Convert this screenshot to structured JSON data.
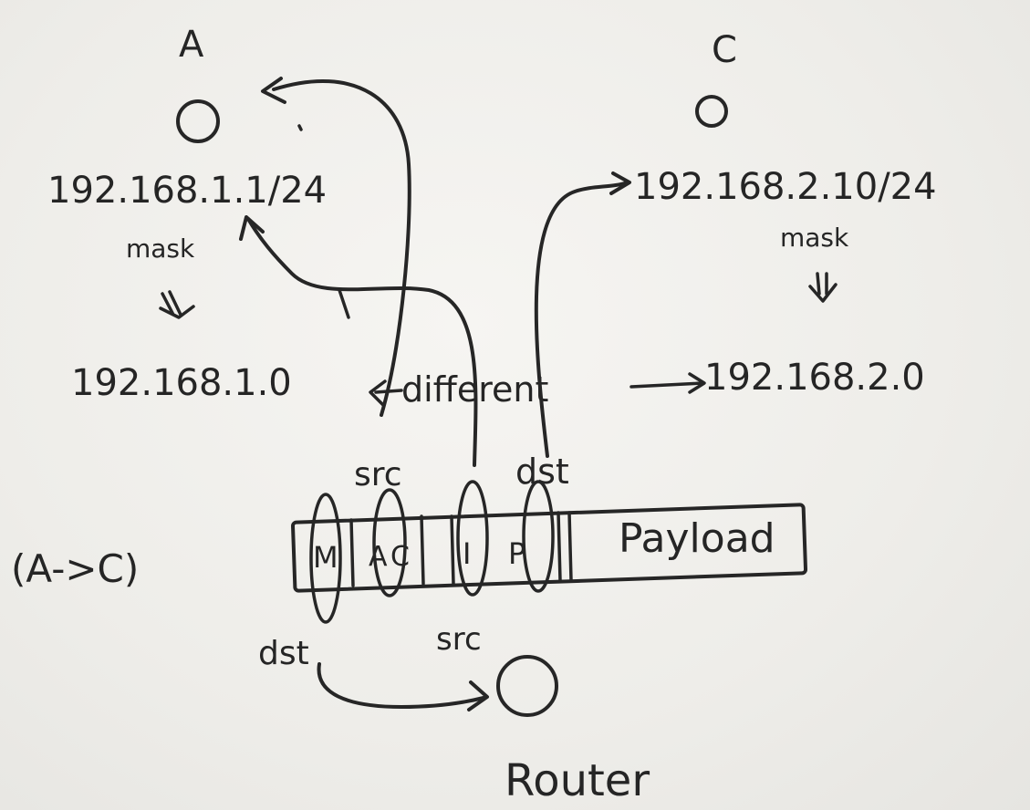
{
  "nodes": {
    "a": {
      "label": "A",
      "ip": "192.168.1.1/24",
      "mask_label": "mask",
      "network": "192.168.1.0"
    },
    "c": {
      "label": "C",
      "ip": "192.168.2.10/24",
      "mask_label": "mask",
      "network": "192.168.2.0"
    },
    "router": {
      "label": "Router"
    }
  },
  "comparison_label": "different",
  "packet": {
    "direction": "(A->C)",
    "fields": [
      "M",
      "A",
      "C",
      "I",
      "P"
    ],
    "payload": "Payload",
    "src_top": "src",
    "dst_top": "dst",
    "dst_bottom": "dst",
    "src_bottom": "src"
  }
}
